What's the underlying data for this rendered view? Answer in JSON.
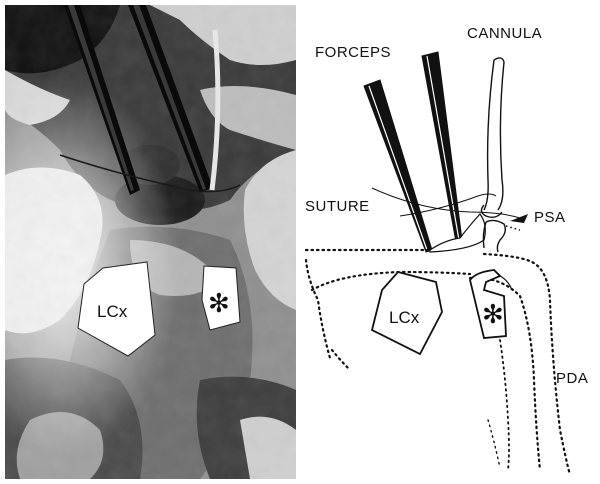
{
  "photo": {
    "label_lcx": "LCx",
    "label_star": "✻"
  },
  "drawing": {
    "label_forceps": "FORCEPS",
    "label_cannula": "CANNULA",
    "label_suture": "SUTURE",
    "label_psa": "PSA",
    "label_lcx": "LCx",
    "label_star": "✻",
    "label_pda": "PDA"
  }
}
